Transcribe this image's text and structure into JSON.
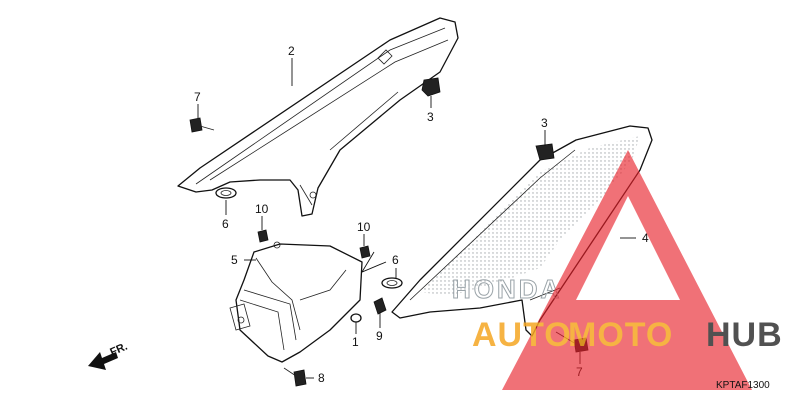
{
  "callouts": {
    "c1": "1",
    "c2": "2",
    "c3a": "3",
    "c3b": "3",
    "c4": "4",
    "c5": "5",
    "c6a": "6",
    "c6b": "6",
    "c7a": "7",
    "c7b": "7",
    "c8": "8",
    "c9": "9",
    "c10a": "10",
    "c10b": "10"
  },
  "diagram_code": "KPTAF1300",
  "direction_label": "FR.",
  "watermark": {
    "auto": "AUTO",
    "moto": "MOTO",
    "hub": "HUB",
    "auto_color": "#f5a623",
    "hub_color": "#333333",
    "triangle_color": "#e8202a"
  },
  "logo_mark": "HONDA"
}
